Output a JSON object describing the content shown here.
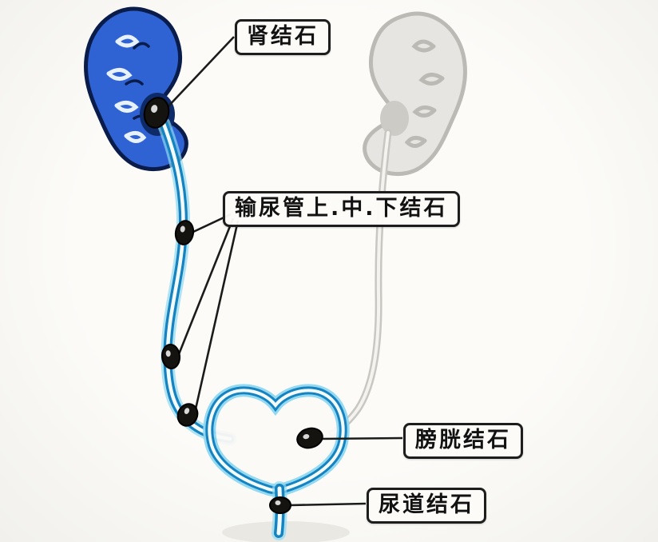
{
  "labels": {
    "kidney_stone": "肾结石",
    "ureter_stones": "输尿管上.中.下结石",
    "bladder_stone": "膀胱结石",
    "urethra_stone": "尿道结石"
  },
  "colors": {
    "kidney_fill": "#2f63d4",
    "kidney_outline": "#0a1c4a",
    "ureter_blue": "#1583c0",
    "ureter_glow": "#8fd8f2",
    "stone_black": "#151310",
    "faded_gray": "#c9c7c2",
    "label_border": "#1d1d1d",
    "background": "#fbfaf7"
  }
}
